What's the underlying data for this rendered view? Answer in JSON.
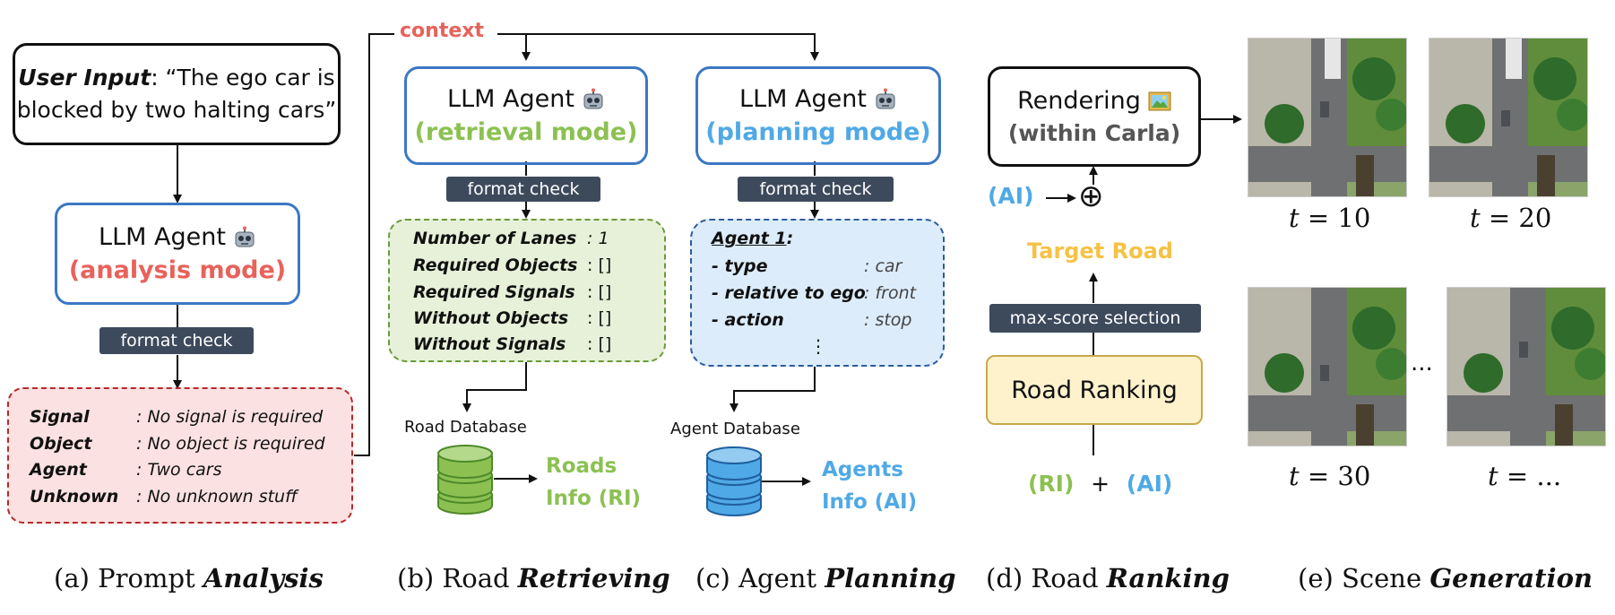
{
  "colors": {
    "red": "#e8625a",
    "green": "#8cc152",
    "blue": "#4fa9e6",
    "yellow": "#f5c244",
    "tag_bg": "#3d4a5c",
    "box_blue_border": "#3b78c4"
  },
  "analysis": {
    "user_input_label": "User Input",
    "user_input_text": ": “The ego car is",
    "user_input_text2": "blocked by two halting cars”",
    "agent_title": "LLM Agent",
    "mode": "(analysis mode)",
    "format_check": "format check",
    "rows": [
      {
        "key": "Signal",
        "val": ": No signal is required"
      },
      {
        "key": "Object",
        "val": ": No object is required"
      },
      {
        "key": "Agent",
        "val": ": Two cars"
      },
      {
        "key": "Unknown",
        "val": ": No unknown stuff"
      }
    ],
    "caption_prefix": "(a) Prompt ",
    "caption_bold": "Analysis"
  },
  "context_label": "context",
  "retrieve": {
    "agent_title": "LLM Agent",
    "mode": "(retrieval mode)",
    "format_check": "format check",
    "rows": [
      {
        "key": "Number of Lanes",
        "val": ": 1"
      },
      {
        "key": "Required Objects",
        "val": ": []"
      },
      {
        "key": "Required Signals",
        "val": ": []"
      },
      {
        "key": "Without Objects",
        "val": ": []"
      },
      {
        "key": "Without Signals",
        "val": ": []"
      }
    ],
    "db_label": "Road Database",
    "out_line1": "Roads",
    "out_line2": "Info (RI)",
    "caption_prefix": "(b) Road ",
    "caption_bold": "Retrieving"
  },
  "plan": {
    "agent_title": "LLM Agent",
    "mode": "(planning mode)",
    "format_check": "format check",
    "header": "Agent 1",
    "header_colon": ":",
    "rows": [
      {
        "key": "- type",
        "val": ": car"
      },
      {
        "key": "- relative to ego",
        "val": ": front"
      },
      {
        "key": "- action",
        "val": ": stop"
      }
    ],
    "ellipsis": "⋮",
    "db_label": "Agent Database",
    "out_line1": "Agents",
    "out_line2": "Info (AI)",
    "caption_prefix": "(c) Agent ",
    "caption_bold": "Planning"
  },
  "rank": {
    "render_line1": "Rendering",
    "render_line2": "(within Carla)",
    "ai_label": "(AI)",
    "oplus": "⊕",
    "target": "Target Road",
    "selection": "max-score selection",
    "ranking": "Road Ranking",
    "ri": "(RI)",
    "plus": "+",
    "ai2": "(AI)",
    "caption_prefix": "(d) Road ",
    "caption_bold": "Ranking"
  },
  "scene": {
    "t_var": "t",
    "eq": " = ",
    "t_values": [
      "10",
      "20",
      "30",
      "..."
    ],
    "between_dots": "...",
    "caption_prefix": "(e) Scene ",
    "caption_bold": "Generation"
  }
}
